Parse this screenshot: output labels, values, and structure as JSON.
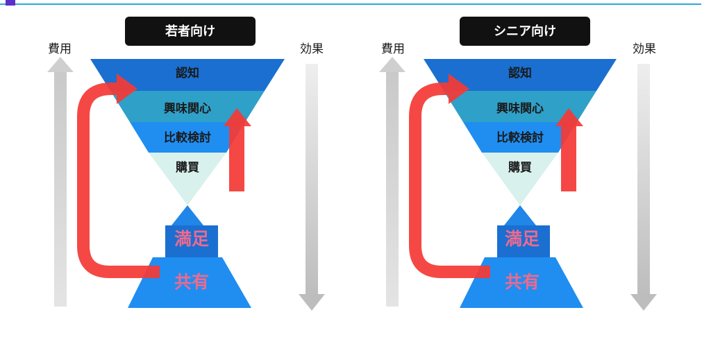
{
  "panels": [
    {
      "title": "若者向け",
      "cost_label": "費用",
      "effect_label": "効果",
      "funnel_stages": [
        "認知",
        "興味関心",
        "比較検討",
        "購買"
      ],
      "bottom_stages": [
        "満足",
        "共有"
      ]
    },
    {
      "title": "シニア向け",
      "cost_label": "費用",
      "effect_label": "効果",
      "funnel_stages": [
        "認知",
        "興味関心",
        "比較検討",
        "購買"
      ],
      "bottom_stages": [
        "満足",
        "共有"
      ]
    }
  ],
  "colors": {
    "accent_line": "#2aa8e0",
    "funnel_dark_blue": "#1a6fd1",
    "funnel_teal": "#2fa0c8",
    "funnel_blue": "#1f8ef0",
    "funnel_pale": "#d8f1ec",
    "arrow_red": "#f43a36",
    "label_pink": "#ee6a8e",
    "title_bg": "#111111"
  }
}
